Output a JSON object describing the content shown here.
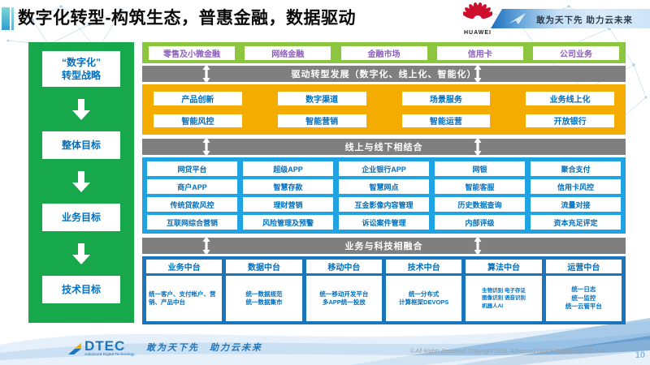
{
  "slide": {
    "title": "数字化转型-构筑生态，普惠金融，数据驱动",
    "huawei_brand": "HUAWEI",
    "ribbon_slogan": "敢为天下先 助力云未来"
  },
  "strategy_sidebar": {
    "items": [
      "“数字化”\n转型战略",
      "整体目标",
      "业务目标",
      "技术目标"
    ]
  },
  "business_lines": {
    "items": [
      "零售及小微金融",
      "网络金融",
      "金融市场",
      "信用卡",
      "公司业务"
    ]
  },
  "banners": {
    "drive": "驱动转型发展（数字化、线上化、智能化）",
    "online_offline": "线上与线下相结合",
    "biz_tech": "业务与科技相融合"
  },
  "capabilities": {
    "items": [
      "产品创新",
      "数字渠道",
      "场景服务",
      "业务线上化",
      "智能风控",
      "智能营销",
      "智能运营",
      "开放银行"
    ]
  },
  "applications": {
    "columns": [
      [
        "网贷平台",
        "商户APP",
        "传统贷款风控",
        "互联网综合营销"
      ],
      [
        "超级APP",
        "智慧存款",
        "理财营销",
        "风险管理及预警"
      ],
      [
        "企业银行APP",
        "智慧网点",
        "互金影像内容管理",
        "诉讼案件管理"
      ],
      [
        "网银",
        "智能客服",
        "历史数据查询",
        "内部评级"
      ],
      [
        "聚合支付",
        "信用卡风控",
        "流量对接",
        "资本充足评定"
      ]
    ]
  },
  "platforms": {
    "columns": [
      {
        "header": "业务中台",
        "body": "统一客户、支付帐户、营销、产品中台"
      },
      {
        "header": "数据中台",
        "body": "统一数据规范\n统一数据集市"
      },
      {
        "header": "移动中台",
        "body": "统一移动开发平台\n多APP统一投放"
      },
      {
        "header": "技术中台",
        "body": "统一分布式\n计算框架DEVOPS"
      },
      {
        "header": "算法中台",
        "body": "生物识别 电子存证\n图像识别 语音识别\n机器人AI"
      },
      {
        "header": "运营中台",
        "body": "统一日志\n统一监控\n统一云管平台"
      }
    ]
  },
  "footer": {
    "logo_text": "DTEC",
    "logo_subtext": "Advanced Digital Technology",
    "slogan": "敢为天下先　助力云未来",
    "copyright": "© All Rights Reserved. Copyright 2019, Advanced Digital Technology CO.,Ltd",
    "page_number": "10"
  },
  "colors": {
    "sidebar_green": "#17a84b",
    "segment_green": "#8cc63f",
    "banner_gray": "#7f7f7f",
    "capability_yellow": "#f5ac00",
    "application_cyan": "#1fa3e2",
    "platform_navy": "#1b75bc",
    "box_text_blue": "#0070c0",
    "segment_text_purple": "#8e5fbe",
    "huawei_red": "#ce0e2d"
  }
}
